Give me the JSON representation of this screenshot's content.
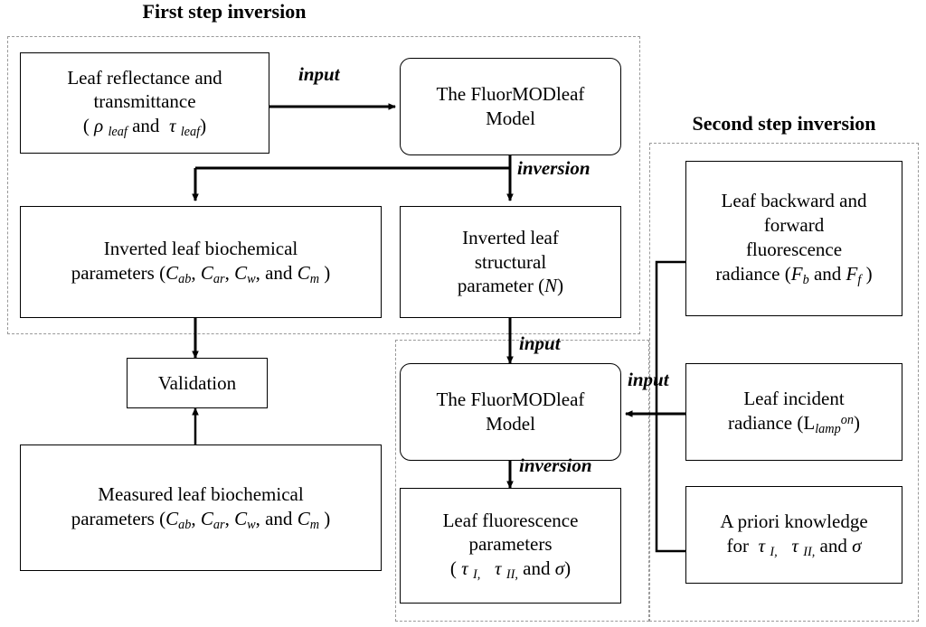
{
  "titles": {
    "first_step": "First step inversion",
    "second_step": "Second step inversion"
  },
  "boxes": {
    "leaf_reflectance": {
      "line1": "Leaf reflectance and",
      "line2": "transmittance",
      "line3": "( ρ leaf and  τ leaf)"
    },
    "fluormodleaf_1": {
      "line1": "The FluorMODleaf",
      "line2": "Model"
    },
    "inverted_biochemical": {
      "line1": "Inverted leaf biochemical",
      "line2": "parameters (Cab, Car, Cw, and Cm )"
    },
    "inverted_structural": {
      "line1": "Inverted leaf",
      "line2": "structural",
      "line3": "parameter (N)"
    },
    "validation": {
      "label": "Validation"
    },
    "measured_biochemical": {
      "line1": "Measured leaf biochemical",
      "line2": "parameters (Cab, Car, Cw, and Cm )"
    },
    "fluormodleaf_2": {
      "line1": "The FluorMODleaf",
      "line2": "Model"
    },
    "leaf_fluorescence": {
      "line1": "Leaf fluorescence",
      "line2": "parameters",
      "line3": "( τ I,   τ II, and σ)"
    },
    "leaf_backward_forward": {
      "line1": "Leaf backward and",
      "line2": "forward",
      "line3": "fluorescence",
      "line4": "radiance (Fb and Ff )"
    },
    "leaf_incident": {
      "line1": "Leaf incident",
      "line2": "radiance (Llamp on)"
    },
    "a_priori": {
      "line1": "A priori knowledge",
      "line2": "for  τ I,   τ II, and σ"
    }
  },
  "edge_labels": {
    "input_1": "input",
    "inversion_1": "inversion",
    "input_2": "input",
    "input_3": "input",
    "inversion_2": "inversion"
  },
  "colors": {
    "stroke": "#000000",
    "dashed_border": "#999999",
    "background": "#ffffff"
  }
}
